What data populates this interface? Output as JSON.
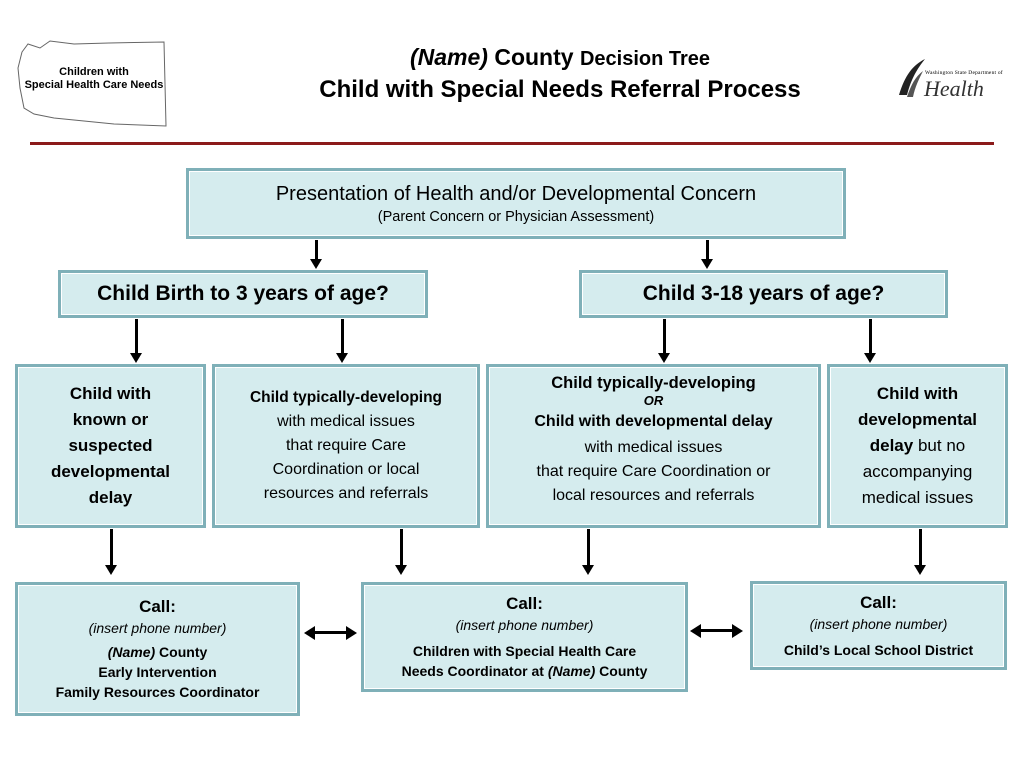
{
  "header": {
    "logo_text_line1": "Children with",
    "logo_text_line2": "Special Health Care Needs",
    "title_name": "(Name)",
    "title_county": "County",
    "title_decision_tree": "Decision Tree",
    "title_line2": "Child with Special Needs Referral Process",
    "health_small": "Washington State Department of",
    "health_word": "Health"
  },
  "top_box": {
    "line1": "Presentation of Health and/or Developmental Concern",
    "line2": "(Parent Concern or Physician Assessment)"
  },
  "age_boxes": {
    "left": "Child Birth to 3 years of age?",
    "right": "Child 3-18 years of age?"
  },
  "category_boxes": {
    "box1": {
      "line1": "Child with",
      "line2": "known or",
      "line3": "suspected",
      "line4": "developmental",
      "line5": "delay"
    },
    "box2": {
      "line1": "Child typically-developing",
      "line2": "with medical issues",
      "line3": "that require Care",
      "line4": "Coordination or local",
      "line5": "resources and referrals"
    },
    "box3": {
      "line1": "Child typically-developing",
      "line2": "OR",
      "line3": "Child with developmental delay",
      "line4": "with medical issues",
      "line5": "that require Care Coordination or",
      "line6": "local resources and referrals"
    },
    "box4": {
      "line1": "Child with",
      "line2": "developmental",
      "line3_bold": "delay",
      "line3_rest": " but no",
      "line4": "accompanying",
      "line5": "medical issues"
    }
  },
  "call_boxes": {
    "left": {
      "title": "Call:",
      "sub": "(insert phone number)",
      "name": "(Name)",
      "county": " County",
      "line2": "Early Intervention",
      "line3": "Family Resources Coordinator"
    },
    "middle": {
      "title": "Call:",
      "sub": "(insert phone number)",
      "line1": "Children with Special Health Care",
      "line2_a": "Needs Coordinator at ",
      "name": "(Name)",
      "county": " County"
    },
    "right": {
      "title": "Call:",
      "sub": "(insert phone number)",
      "line1": "Child’s Local School District"
    }
  },
  "colors": {
    "box_fill": "#d5ecee",
    "box_border": "#7fb0b8",
    "header_rule": "#8b1a1a"
  }
}
